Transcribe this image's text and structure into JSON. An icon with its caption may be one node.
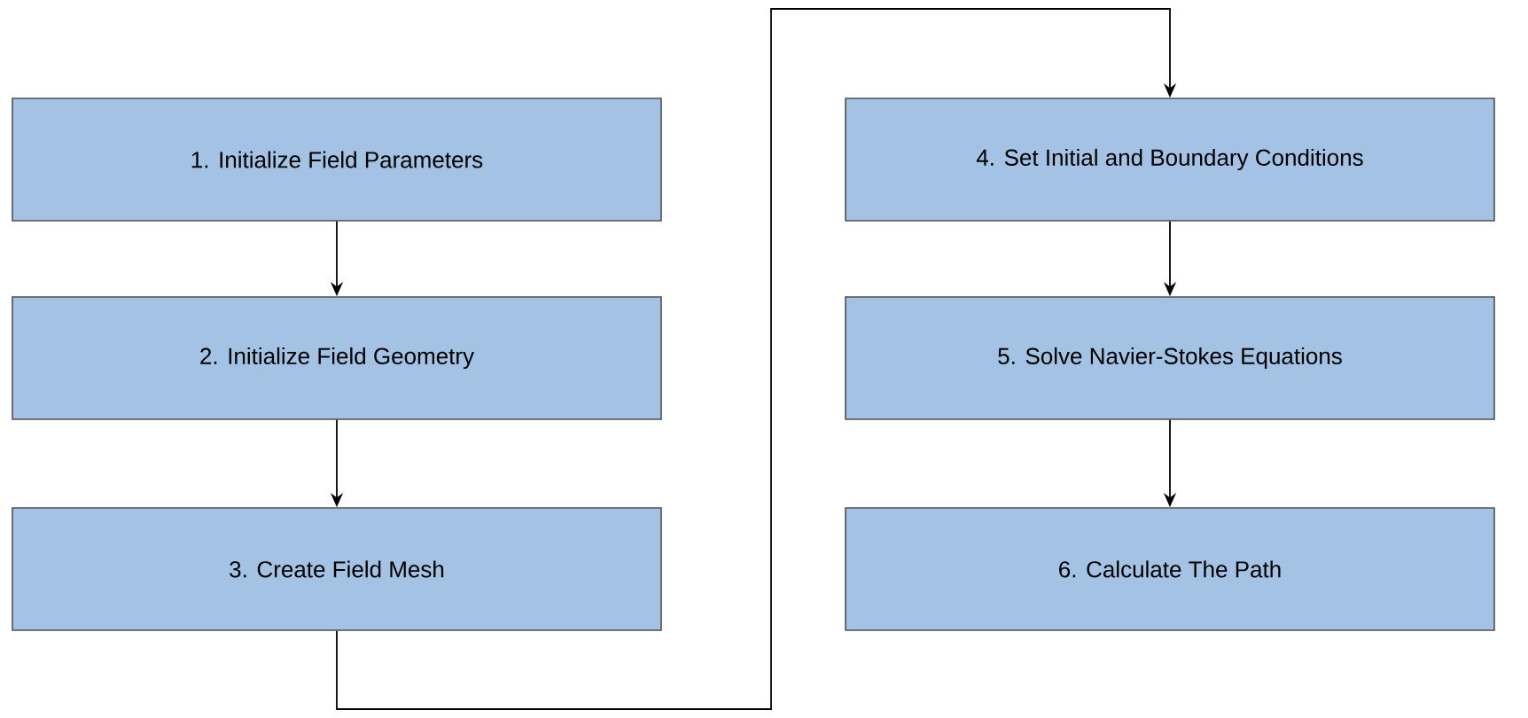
{
  "diagram": {
    "nodes": [
      {
        "text": [
          "1. Initialize Field Parameters"
        ]
      },
      {
        "text": [
          "2. Initialize Field Geometry"
        ]
      },
      {
        "text": [
          "3. Create Field Mesh"
        ]
      },
      {
        "text": [
          "4. Set Initial and Boundary Conditions"
        ]
      },
      {
        "text": [
          "5. Solve Navier-Stokes Equations"
        ]
      },
      {
        "text": [
          "6. Calculate The Path"
        ]
      }
    ],
    "edges": [
      {
        "from": 0,
        "to": 1,
        "arrow": "to"
      },
      {
        "from": 1,
        "to": 2,
        "arrow": "to"
      },
      {
        "from": 2,
        "to": 3,
        "arrow": "to"
      },
      {
        "from": 3,
        "to": 4,
        "arrow": "to"
      },
      {
        "from": 4,
        "to": 5,
        "arrow": "to"
      }
    ]
  }
}
